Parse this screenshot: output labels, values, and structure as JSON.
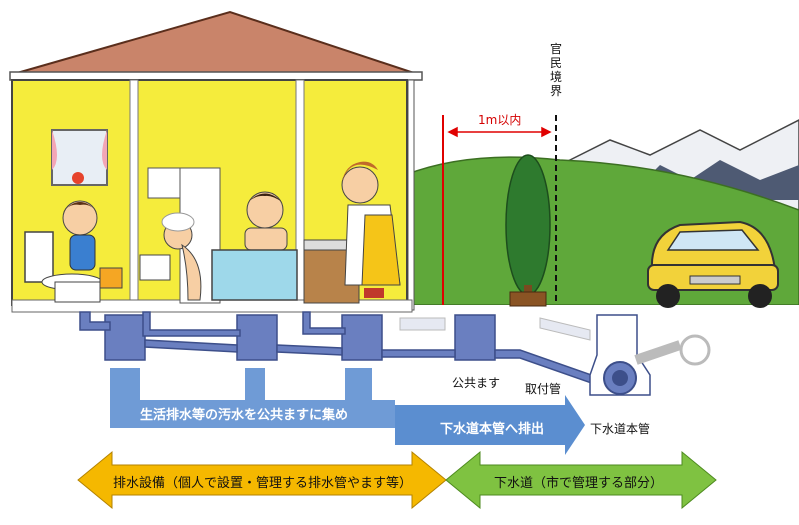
{
  "labels": {
    "boundary_chars": [
      "官",
      "民",
      "境",
      "界"
    ],
    "distance": "1m以内",
    "public_basin": "公共ます",
    "connection_pipe": "取付管",
    "sewer_main": "下水道本管",
    "collect_flow": "生活排水等の汚水を公共ますに集め",
    "discharge_flow": "下水道本管へ排出",
    "private_section": "排水設備（個人で設置・管理する排水管やます等）",
    "public_section": "下水道（市で管理する部分）"
  },
  "colors": {
    "house_wall": "#f5ec3c",
    "roof": "#c9846a",
    "hill": "#5fa83a",
    "pipe": "#6a7fc0",
    "flow_arrow": "#6f9bd6",
    "private_arrow": "#f5b800",
    "public_arrow": "#7fc241",
    "boundary_red": "#e00000",
    "car": "#f2d23a"
  },
  "icons": [
    "tree-icon",
    "car-icon",
    "mountain-icon",
    "toilet-icon",
    "washbasin-icon",
    "bathtub-icon",
    "kitchen-sink-icon",
    "person-icon"
  ]
}
